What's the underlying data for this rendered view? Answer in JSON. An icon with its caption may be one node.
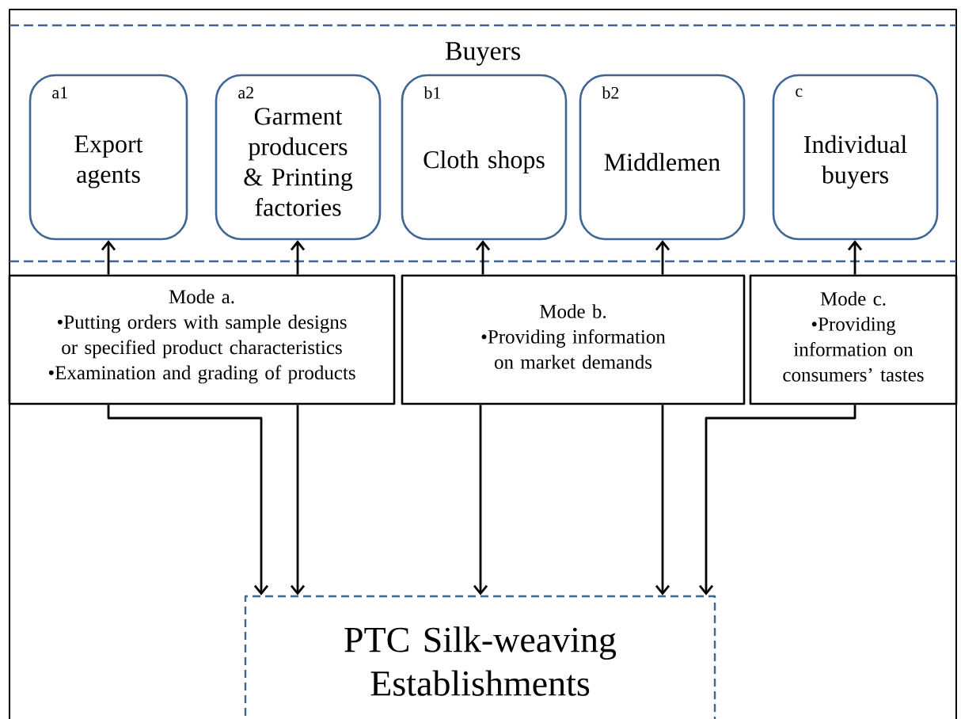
{
  "diagram": {
    "nodes": [
      {
        "text": [
          "Buyers"
        ]
      },
      {
        "text": [
          "a1",
          "Export agents"
        ],
        "in": 0
      },
      {
        "text": [
          "a2",
          "Garment producers & Printing factories"
        ],
        "in": 0
      },
      {
        "text": [
          "b1",
          "Cloth shops"
        ],
        "in": 0
      },
      {
        "text": [
          "b2",
          "Middlemen"
        ],
        "in": 0
      },
      {
        "text": [
          "c",
          "Individual buyers"
        ],
        "in": 0
      },
      {
        "text": [
          "Mode a.",
          "•Putting orders with sample designs or specified product characteristics",
          "•Examination and grading of products"
        ]
      },
      {
        "text": [
          "Mode b.",
          "•Providing information on market demands"
        ]
      },
      {
        "text": [
          "Mode c.",
          "•Providing information on consumers’ tastes"
        ]
      },
      {
        "text": [
          "PTC Silk-weaving Establishments"
        ]
      }
    ],
    "edges": [
      {
        "from": 6,
        "to": 1,
        "arrow": "to"
      },
      {
        "from": 6,
        "to": 2,
        "arrow": "to"
      },
      {
        "from": 7,
        "to": 3,
        "arrow": "to"
      },
      {
        "from": 7,
        "to": 4,
        "arrow": "to"
      },
      {
        "from": 8,
        "to": 5,
        "arrow": "to"
      },
      {
        "from": 6,
        "to": 9,
        "arrow": "to"
      },
      {
        "from": 6,
        "to": 9,
        "arrow": "to"
      },
      {
        "from": 7,
        "to": 9,
        "arrow": "to"
      },
      {
        "from": 7,
        "to": 9,
        "arrow": "to"
      },
      {
        "from": 8,
        "to": 9,
        "arrow": "to"
      }
    ]
  }
}
